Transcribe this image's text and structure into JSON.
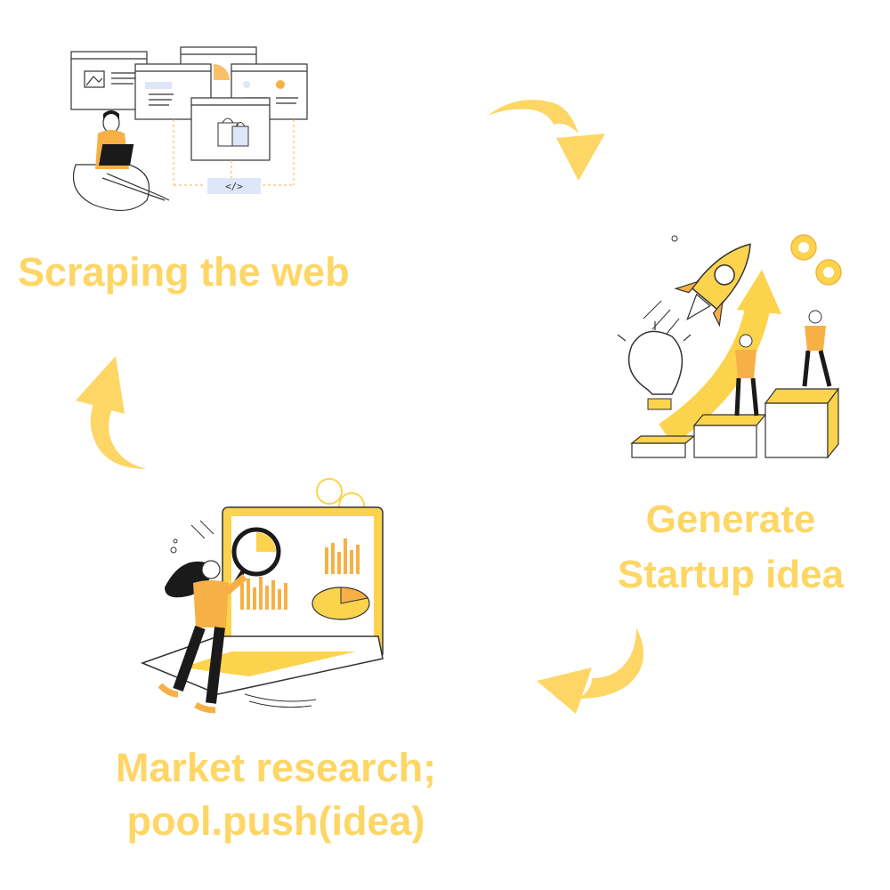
{
  "steps": [
    {
      "label_lines": [
        "Scraping the web"
      ]
    },
    {
      "label_lines": [
        "Generate",
        "Startup idea"
      ]
    },
    {
      "label_lines": [
        "Market research;",
        "pool.push(idea)"
      ]
    }
  ],
  "illustration_text": {
    "code_tag": "</>"
  },
  "colors": {
    "label": "#FDD665",
    "arrow": "#FDD665",
    "accent_orange": "#F7B045",
    "accent_yellow": "#FCD34D",
    "outline": "#1a1a1a"
  },
  "icons": [
    "web-scraping-illustration",
    "rocket-growth-illustration",
    "market-research-illustration",
    "cycle-arrow"
  ]
}
